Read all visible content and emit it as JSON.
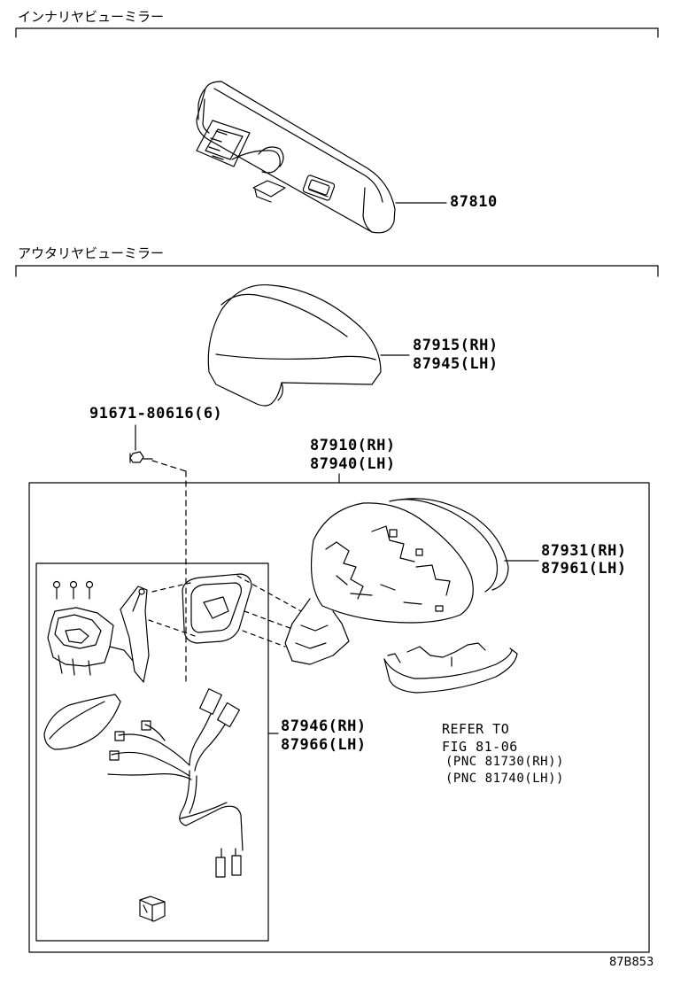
{
  "sections": {
    "inner_mirror_title": "インナリヤビューミラー",
    "outer_mirror_title": "アウタリヤビューミラー"
  },
  "parts": {
    "inner_mirror": "87810",
    "cover_rh": "87915(RH)",
    "cover_lh": "87945(LH)",
    "screw": "91671-80616(6)",
    "outer_mirror_rh": "87910(RH)",
    "outer_mirror_lh": "87940(LH)",
    "mirror_glass_rh": "87931(RH)",
    "mirror_glass_lh": "87961(LH)",
    "visor_sub_rh": "87946(RH)",
    "visor_sub_lh": "87966(LH)"
  },
  "refer": {
    "line1": "REFER TO",
    "line2": "FIG 81-06",
    "line3": "(PNC 81730(RH))",
    "line4": "(PNC 81740(LH))"
  },
  "figure_code": "87B853"
}
